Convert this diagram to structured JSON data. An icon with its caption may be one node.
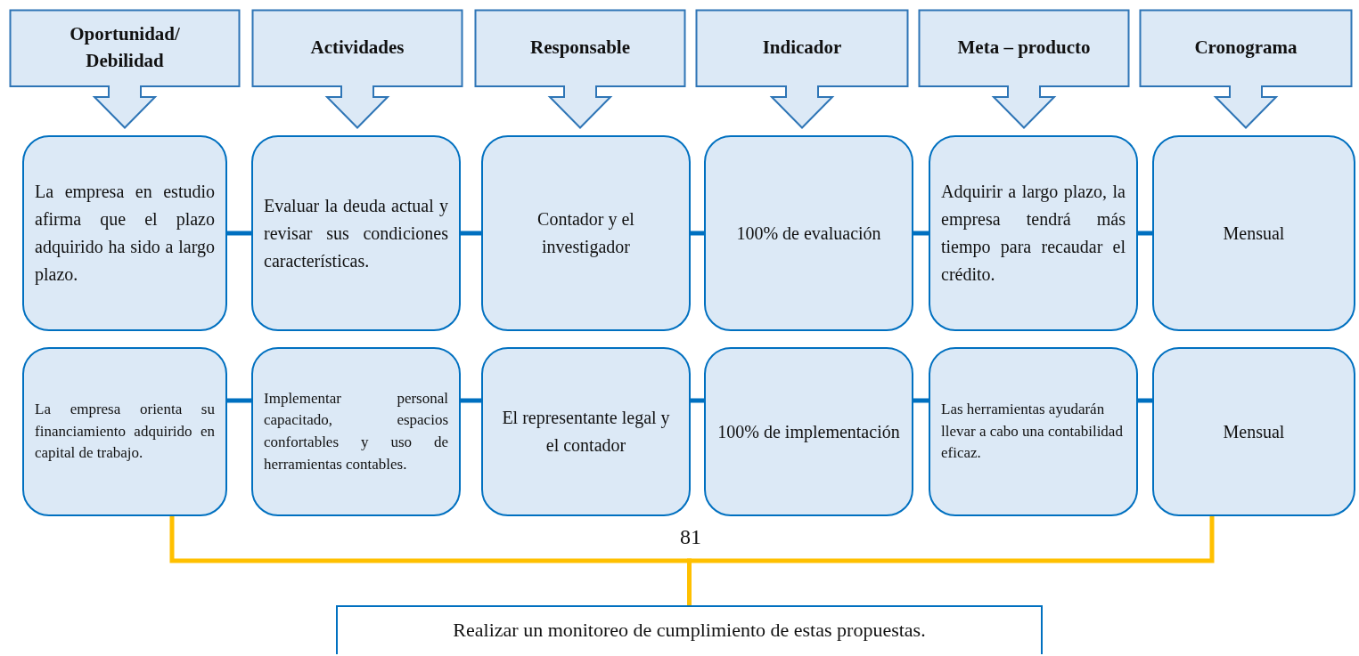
{
  "diagram": {
    "nodes": [
      {
        "text": [
          "Oportunidad/ Debilidad"
        ]
      },
      {
        "text": [
          "Actividades"
        ]
      },
      {
        "text": [
          "Responsable"
        ]
      },
      {
        "text": [
          "Indicador"
        ]
      },
      {
        "text": [
          "Meta – producto"
        ]
      },
      {
        "text": [
          "Cronograma"
        ]
      },
      {
        "text": [
          "La empresa en estudio afirma que el plazo adquirido ha sido a largo plazo."
        ]
      },
      {
        "text": [
          "Evaluar la deuda actual y revisar sus condiciones características."
        ]
      },
      {
        "text": [
          "Contador y el investigador"
        ]
      },
      {
        "text": [
          "100% de evaluación"
        ]
      },
      {
        "text": [
          "Adquirir a largo plazo, la empresa tendrá más tiempo para recaudar el crédito."
        ]
      },
      {
        "text": [
          "Mensual"
        ]
      },
      {
        "text": [
          "La empresa orienta su financiamiento adquirido en capital de trabajo."
        ]
      },
      {
        "text": [
          "Implementar personal capacitado, espacios confortables y uso de herramientas contables."
        ]
      },
      {
        "text": [
          "El representante legal y el contador"
        ]
      },
      {
        "text": [
          "100% de implementación"
        ]
      },
      {
        "text": [
          "Las herramientas ayudarán llevar a cabo una contabilidad eficaz."
        ]
      },
      {
        "text": [
          "Mensual"
        ]
      },
      {
        "text": [
          "Realizar un monitoreo de cumplimiento de estas propuestas."
        ]
      }
    ],
    "edges": [
      {
        "from": 6,
        "to": 7,
        "arrow": "none"
      },
      {
        "from": 7,
        "to": 8,
        "arrow": "none"
      },
      {
        "from": 8,
        "to": 9,
        "arrow": "none"
      },
      {
        "from": 9,
        "to": 10,
        "arrow": "none"
      },
      {
        "from": 10,
        "to": 11,
        "arrow": "none"
      },
      {
        "from": 12,
        "to": 13,
        "arrow": "none"
      },
      {
        "from": 13,
        "to": 14,
        "arrow": "none"
      },
      {
        "from": 14,
        "to": 15,
        "arrow": "none"
      },
      {
        "from": 15,
        "to": 16,
        "arrow": "none"
      },
      {
        "from": 16,
        "to": 17,
        "arrow": "none"
      },
      {
        "from": 12,
        "to": 18,
        "arrow": "none",
        "color": "#ffc000"
      },
      {
        "from": 17,
        "to": 18,
        "arrow": "none",
        "color": "#ffc000"
      }
    ],
    "labels": [
      "81"
    ]
  }
}
